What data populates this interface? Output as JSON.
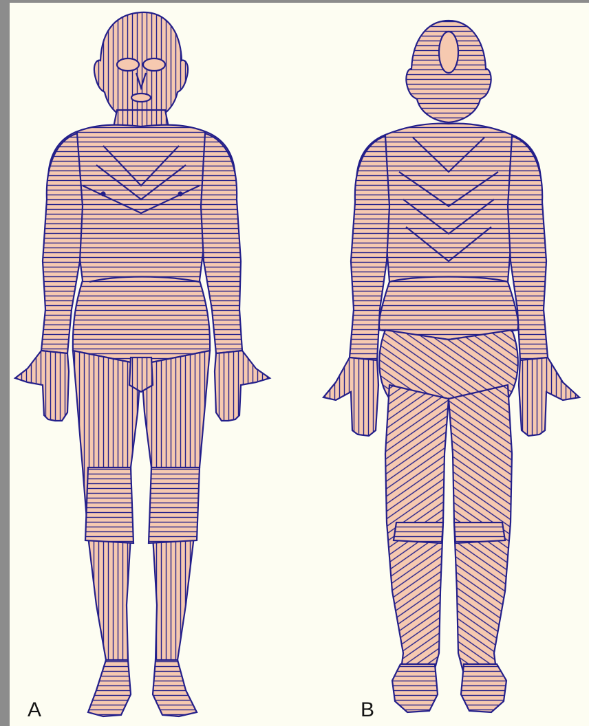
{
  "figure": {
    "panels": [
      {
        "label": "A",
        "view": "anterior"
      },
      {
        "label": "B",
        "view": "posterior"
      }
    ],
    "colors": {
      "skin": "#f6c9b0",
      "line": "#231f8a",
      "background": "#fdfdf2",
      "frame": "#8c8c8c"
    }
  }
}
